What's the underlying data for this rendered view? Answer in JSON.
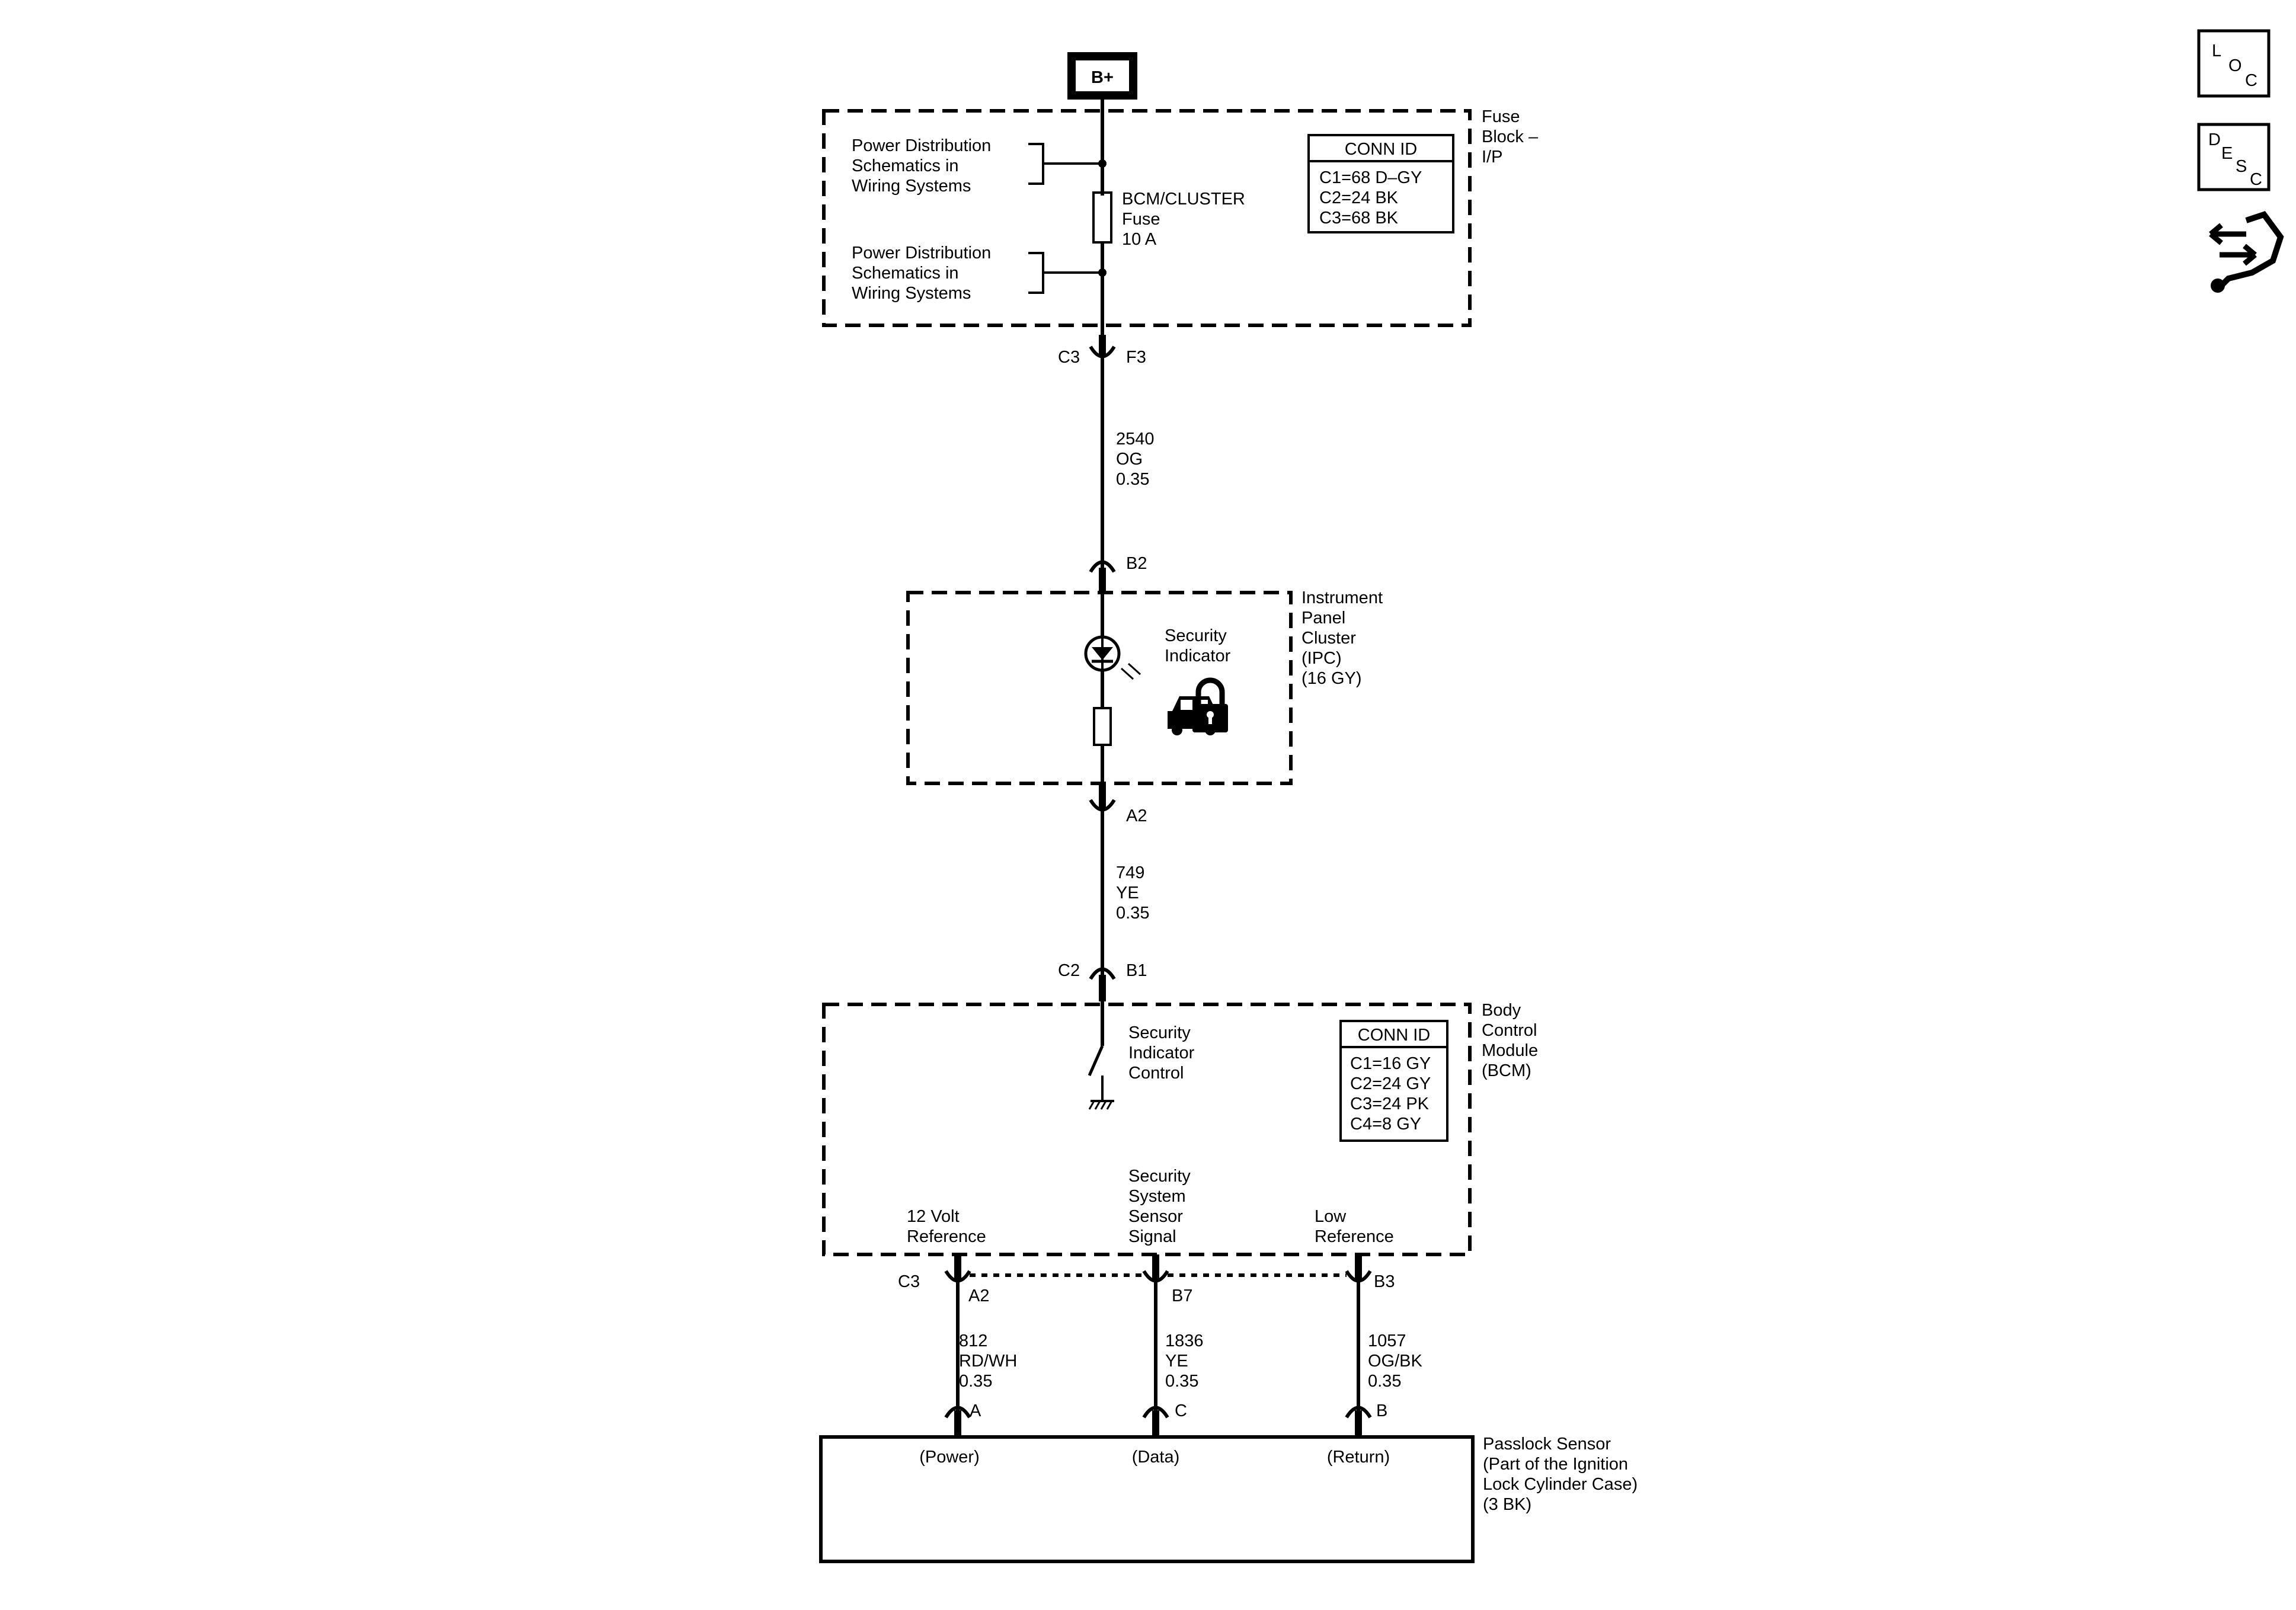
{
  "battery": {
    "label": "B+"
  },
  "fuse_block": {
    "name": [
      "Fuse",
      "Block –",
      "I/P"
    ],
    "power_dist_1": [
      "Power Distribution",
      "Schematics in",
      "Wiring Systems"
    ],
    "power_dist_2": [
      "Power Distribution",
      "Schematics in",
      "Wiring Systems"
    ],
    "fuse": [
      "BCM/CLUSTER",
      "Fuse",
      "10 A"
    ],
    "conn_id": {
      "title": "CONN ID",
      "rows": [
        "C1=68 D–GY",
        "C2=24 BK",
        "C3=68 BK"
      ]
    },
    "out_conn": "C3",
    "out_pin": "F3"
  },
  "wire_2540": [
    "2540",
    "OG",
    "0.35"
  ],
  "ipc": {
    "in_pin": "B2",
    "name": [
      "Instrument",
      "Panel",
      "Cluster",
      "(IPC)",
      "(16 GY)"
    ],
    "indicator": [
      "Security",
      "Indicator"
    ],
    "out_pin": "A2"
  },
  "wire_749": [
    "749",
    "YE",
    "0.35"
  ],
  "bcm": {
    "in_conn": "C2",
    "in_pin": "B1",
    "name": [
      "Body",
      "Control",
      "Module",
      "(BCM)"
    ],
    "control": [
      "Security",
      "Indicator",
      "Control"
    ],
    "conn_id": {
      "title": "CONN ID",
      "rows": [
        "C1=16 GY",
        "C2=24 GY",
        "C3=24 PK",
        "C4=8 GY"
      ]
    },
    "ref12": [
      "12 Volt",
      "Reference"
    ],
    "sensor_signal": [
      "Security",
      "System",
      "Sensor",
      "Signal"
    ],
    "low_ref": [
      "Low",
      "Reference"
    ],
    "out_conn": "C3",
    "pin_a2": "A2",
    "pin_b7": "B7",
    "pin_b3": "B3"
  },
  "wire_812": [
    "812",
    "RD/WH",
    "0.35"
  ],
  "wire_1836": [
    "1836",
    "YE",
    "0.35"
  ],
  "wire_1057": [
    "1057",
    "OG/BK",
    "0.35"
  ],
  "passlock": {
    "pin_a": "A",
    "pin_c": "C",
    "pin_b": "B",
    "power": "(Power)",
    "data": "(Data)",
    "return": "(Return)",
    "name": [
      "Passlock Sensor",
      "(Part of the Ignition",
      "Lock Cylinder Case)",
      "(3 BK)"
    ]
  },
  "side_icons": {
    "loc": [
      "L",
      "O",
      "C"
    ],
    "desc": [
      "D",
      "E",
      "S",
      "C"
    ],
    "nav_icon": "connector-navigation-icon"
  }
}
